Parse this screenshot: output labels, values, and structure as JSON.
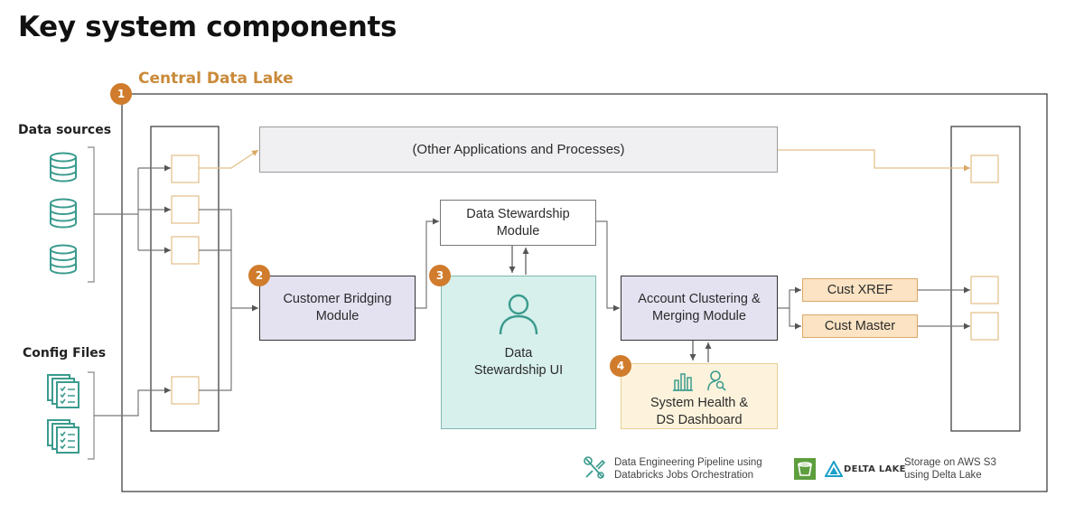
{
  "title": "Key system components",
  "lake_label": "Central Data Lake",
  "sections": {
    "data_sources": "Data sources",
    "config_files": "Config Files"
  },
  "badges": [
    "1",
    "2",
    "3",
    "4"
  ],
  "modules": {
    "other_apps": "(Other Applications and Processes)",
    "stewardship_module": [
      "Data Stewardship",
      "Module"
    ],
    "customer_bridging": [
      "Customer Bridging",
      "Module"
    ],
    "stewardship_ui": [
      "Data",
      "Stewardship UI"
    ],
    "account_clustering": [
      "Account Clustering &",
      "Merging Module"
    ],
    "health_dashboard": [
      "System Health &",
      "DS Dashboard"
    ],
    "cust_xref": "Cust XREF",
    "cust_master": "Cust Master"
  },
  "legend": {
    "pipeline": [
      "Data Engineering Pipeline using",
      "Databricks Jobs Orchestration"
    ],
    "delta_logo": "DELTA LAKE",
    "storage": [
      "Storage on AWS S3",
      "using Delta Lake"
    ]
  },
  "colors": {
    "accent_orange": "#d07c2c",
    "lake_label": "#c98a3a",
    "teal_icon": "#3a9b8e",
    "purple_fill": "#e4e2f1",
    "teal_fill": "#d7f0ec",
    "yellow_fill": "#fdf3dc",
    "table_fill": "#fbe3c3"
  },
  "icons": [
    "database-icon",
    "config-file-icon",
    "user-icon",
    "bar-chart-icon",
    "person-search-icon",
    "tools-icon",
    "s3-bucket-icon",
    "delta-lake-icon"
  ]
}
